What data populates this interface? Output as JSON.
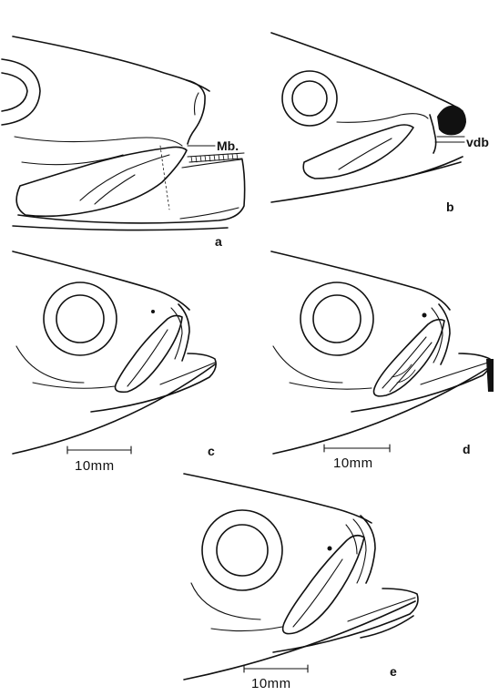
{
  "figure": {
    "panels": [
      {
        "id": "a",
        "letter": "a",
        "callout": "Mb."
      },
      {
        "id": "b",
        "letter": "b",
        "callout": "vdb"
      },
      {
        "id": "c",
        "letter": "c",
        "scale_label": "10mm"
      },
      {
        "id": "d",
        "letter": "d",
        "scale_label": "10mm"
      },
      {
        "id": "e",
        "letter": "e",
        "scale_label": "10mm"
      }
    ],
    "colors": {
      "ink": "#111111",
      "paper": "#ffffff"
    }
  }
}
